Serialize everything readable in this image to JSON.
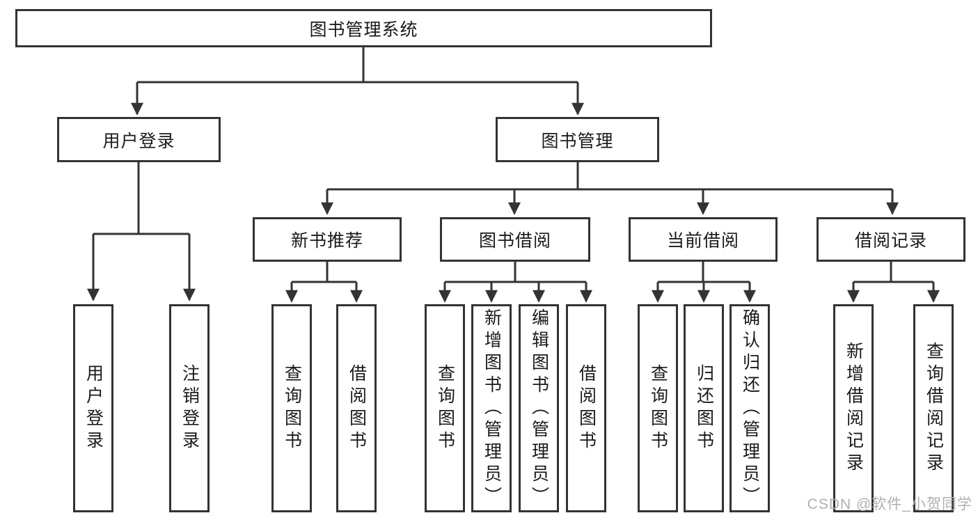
{
  "tree": {
    "root": "图书管理系统",
    "user_login": {
      "label": "用户登录",
      "items": [
        "用户登录",
        "注销登录"
      ]
    },
    "book_management": {
      "label": "图书管理"
    },
    "new_book_recommendation": {
      "label": "新书推荐",
      "items": [
        "查询图书",
        "借阅图书"
      ]
    },
    "book_borrowing": {
      "label": "图书借阅",
      "items": [
        "查询图书",
        "新增图书（管理员）",
        "编辑图书（管理员）",
        "借阅图书"
      ]
    },
    "current_borrowing": {
      "label": "当前借阅",
      "items": [
        "查询图书",
        "归还图书",
        "确认归还（管理员）"
      ]
    },
    "borrowing_records": {
      "label": "借阅记录",
      "items": [
        "新增借阅记录",
        "查询借阅记录"
      ]
    }
  },
  "watermark": "CSDN @软件_小贺同学",
  "colors": {
    "line": "#333333",
    "border": "#333333",
    "text": "#1a1a1a",
    "background": "#ffffff",
    "watermark": "#b0b0b0"
  }
}
